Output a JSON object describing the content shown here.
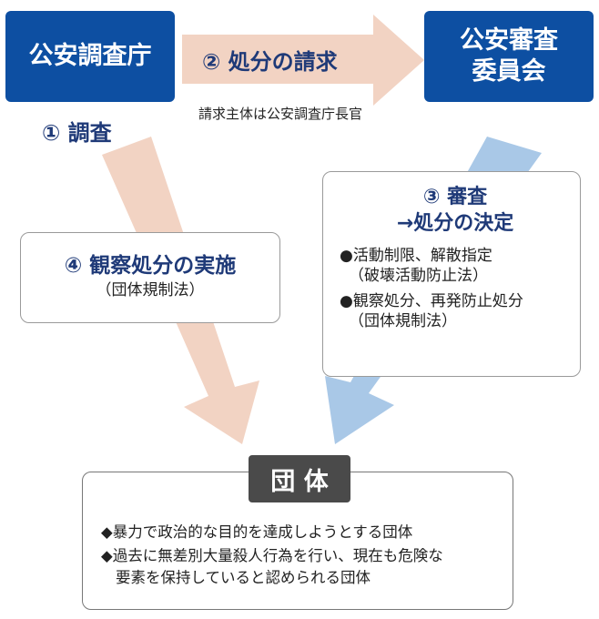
{
  "colors": {
    "navy": "#0d4fa2",
    "heading_text": "#1f3a78",
    "peach_arrow": "#f2d3c3",
    "blue_arrow": "#a9c8e7",
    "dark_label": "#4a4a4a"
  },
  "nodes": {
    "psia": "公安調査庁",
    "commission_line1": "公安審査",
    "commission_line2": "委員会",
    "organization": "団 体"
  },
  "steps": {
    "s1": "① 調査",
    "s2": "② 処分の請求",
    "s2_note": "請求主体は公安調査庁長官",
    "s3_line1": "③ 審査",
    "s3_line2": "→処分の決定",
    "s3_items": [
      {
        "label": "●活動制限、解散指定",
        "law": "（破壊活動防止法）"
      },
      {
        "label": "●観察処分、再発防止処分",
        "law": "（団体規制法）"
      }
    ],
    "s4": "④ 観察処分の実施",
    "s4_law": "（団体規制法）"
  },
  "organization_criteria": {
    "c1": "◆暴力で政治的な目的を達成しようとする団体",
    "c2_line1": "◆過去に無差別大量殺人行為を行い、現在も危険な",
    "c2_line2": "要素を保持していると認められる団体"
  }
}
